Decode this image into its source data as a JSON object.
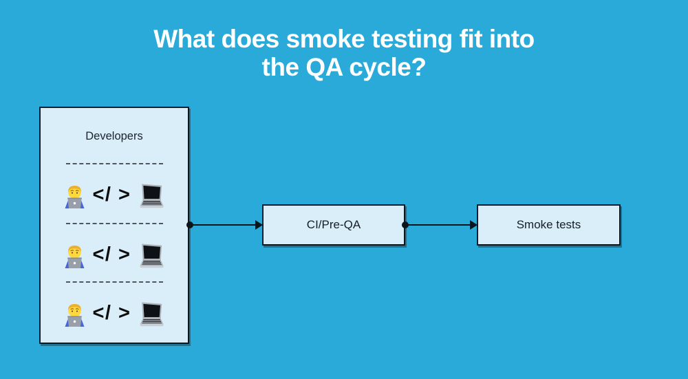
{
  "colors": {
    "background": "#2AAAD8",
    "panel_fill": "#D9EEF8",
    "stroke": "#0D1720",
    "dash_color": "#4E555C",
    "title_text": "#FFFFFF"
  },
  "title": {
    "lines": [
      "What does smoke testing fit into",
      "the QA cycle?"
    ]
  },
  "diagram": {
    "developers_panel": {
      "label": "Developers",
      "rows": [
        {
          "icons": [
            "technologist-icon",
            "laptop-icon"
          ],
          "code": "</ >"
        },
        {
          "icons": [
            "technologist-icon",
            "laptop-icon"
          ],
          "code": "</ >"
        },
        {
          "icons": [
            "technologist-icon",
            "laptop-icon"
          ],
          "code": "</ >"
        }
      ]
    },
    "nodes": [
      {
        "id": "ci-pre-qa",
        "label": "CI/Pre-QA"
      },
      {
        "id": "smoke-tests",
        "label": "Smoke tests"
      }
    ],
    "connectors": [
      {
        "from": "developers-panel",
        "to": "ci-pre-qa",
        "style": "dot-to-arrow"
      },
      {
        "from": "ci-pre-qa",
        "to": "smoke-tests",
        "style": "dot-to-arrow"
      }
    ]
  }
}
